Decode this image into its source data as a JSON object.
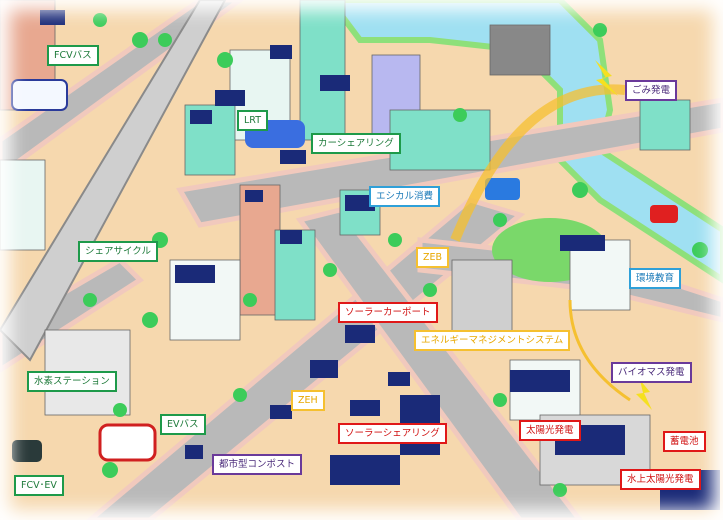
{
  "labels": {
    "fcv_bus": "FCVバス",
    "lrt": "LRT",
    "car_sharing": "カーシェアリング",
    "ethical_consumption": "エシカル消費",
    "share_cycle": "シェアサイクル",
    "zeb": "ZEB",
    "solar_carport": "ソーラーカーポート",
    "energy_management": "エネルギーマネジメントシステム",
    "environmental_education": "環境教育",
    "waste_power": "ごみ発電",
    "biomass_power": "バイオマス発電",
    "hydrogen_station": "水素ステーション",
    "zeh": "ZEH",
    "ev_bus": "EVバス",
    "solar_sharing": "ソーラーシェアリング",
    "solar_power": "太陽光発電",
    "battery": "蓄電池",
    "urban_compost": "都市型コンポスト",
    "fcv_ev": "FCV･EV",
    "floating_solar": "水上太陽光発電"
  },
  "colors": {
    "mobility": "#1e9a4a",
    "lifestyle": "#2fa0d8",
    "building": "#f5c030",
    "renewable": "#e01818",
    "recycling": "#6a3a9a"
  }
}
